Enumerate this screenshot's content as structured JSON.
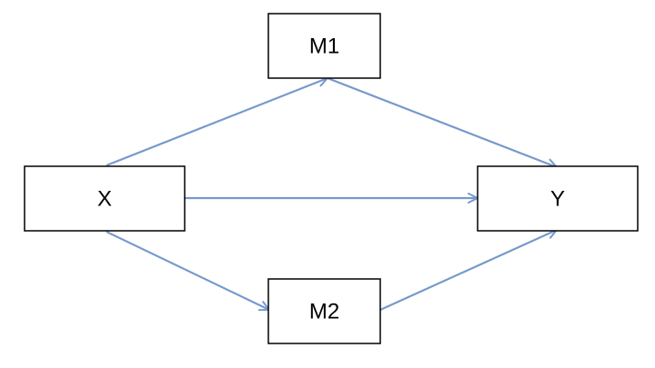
{
  "diagram": {
    "edge_color": "#7799CC",
    "nodes": {
      "m1": {
        "label": "M1"
      },
      "x": {
        "label": "X"
      },
      "y": {
        "label": "Y"
      },
      "m2": {
        "label": "M2"
      }
    },
    "edges": [
      {
        "from": "X",
        "to": "M1"
      },
      {
        "from": "M1",
        "to": "Y"
      },
      {
        "from": "X",
        "to": "Y"
      },
      {
        "from": "X",
        "to": "M2"
      },
      {
        "from": "M2",
        "to": "Y"
      }
    ]
  }
}
